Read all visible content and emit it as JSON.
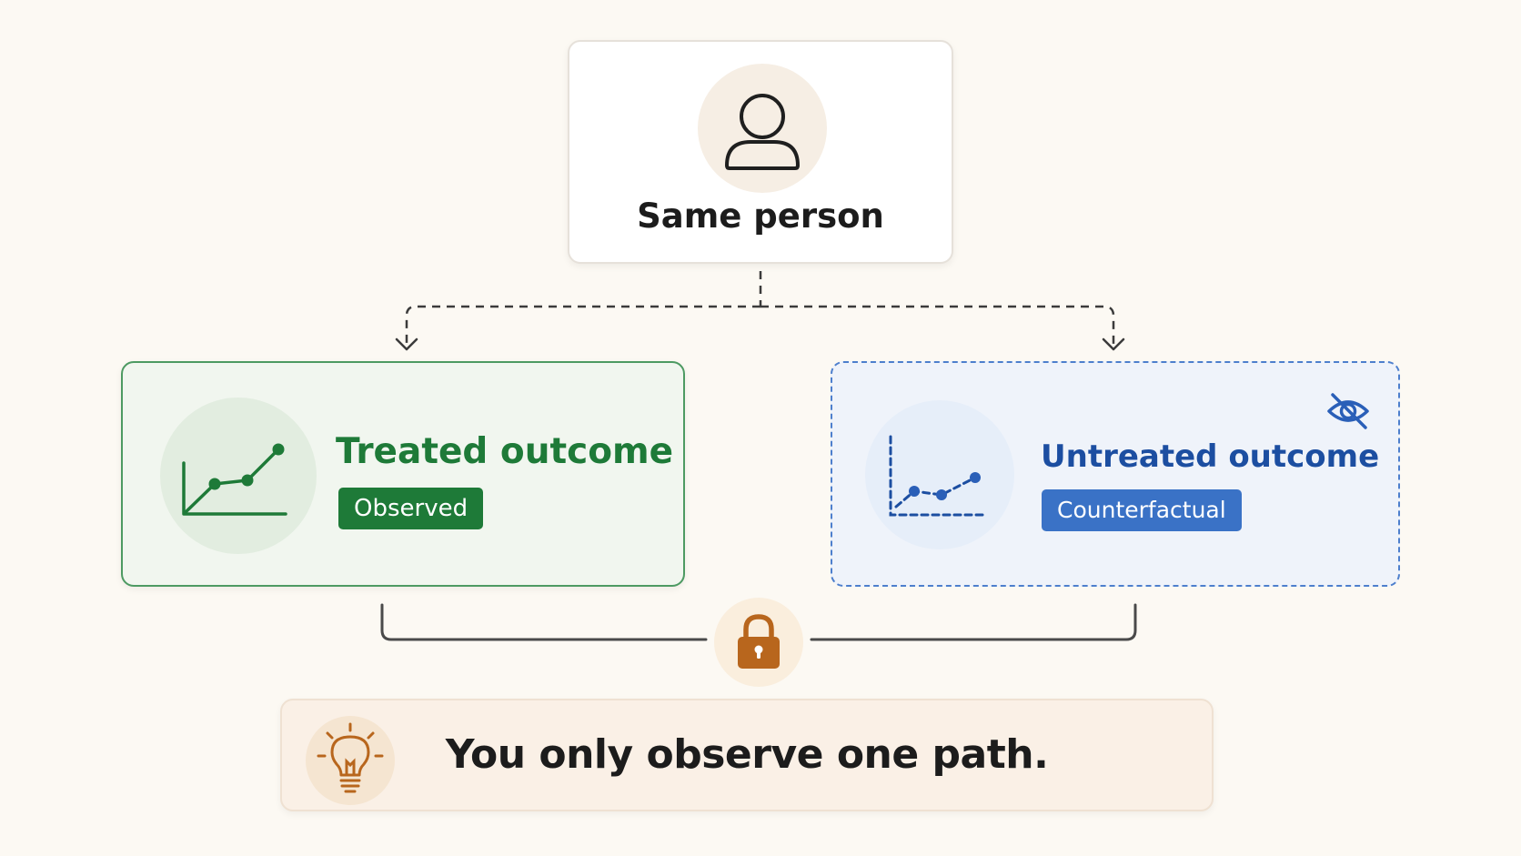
{
  "person": {
    "title": "Same person",
    "icon": "person-icon"
  },
  "treated": {
    "title": "Treated outcome",
    "badge": "Observed",
    "icon": "line-chart-icon",
    "accent": "#1e7a38"
  },
  "untreated": {
    "title": "Untreated outcome",
    "badge": "Counterfactual",
    "icon": "dashed-line-chart-icon",
    "hidden_icon": "eye-off-icon",
    "accent": "#1c4ea1"
  },
  "connector": {
    "icon": "lock-icon"
  },
  "takeaway": {
    "text": "You only observe one path.",
    "icon": "lightbulb-icon"
  },
  "colors": {
    "background": "#fcf9f3",
    "observed_green": "#1e7a38",
    "counterfactual_blue": "#3a72c6",
    "lock_brown": "#b8661d"
  }
}
